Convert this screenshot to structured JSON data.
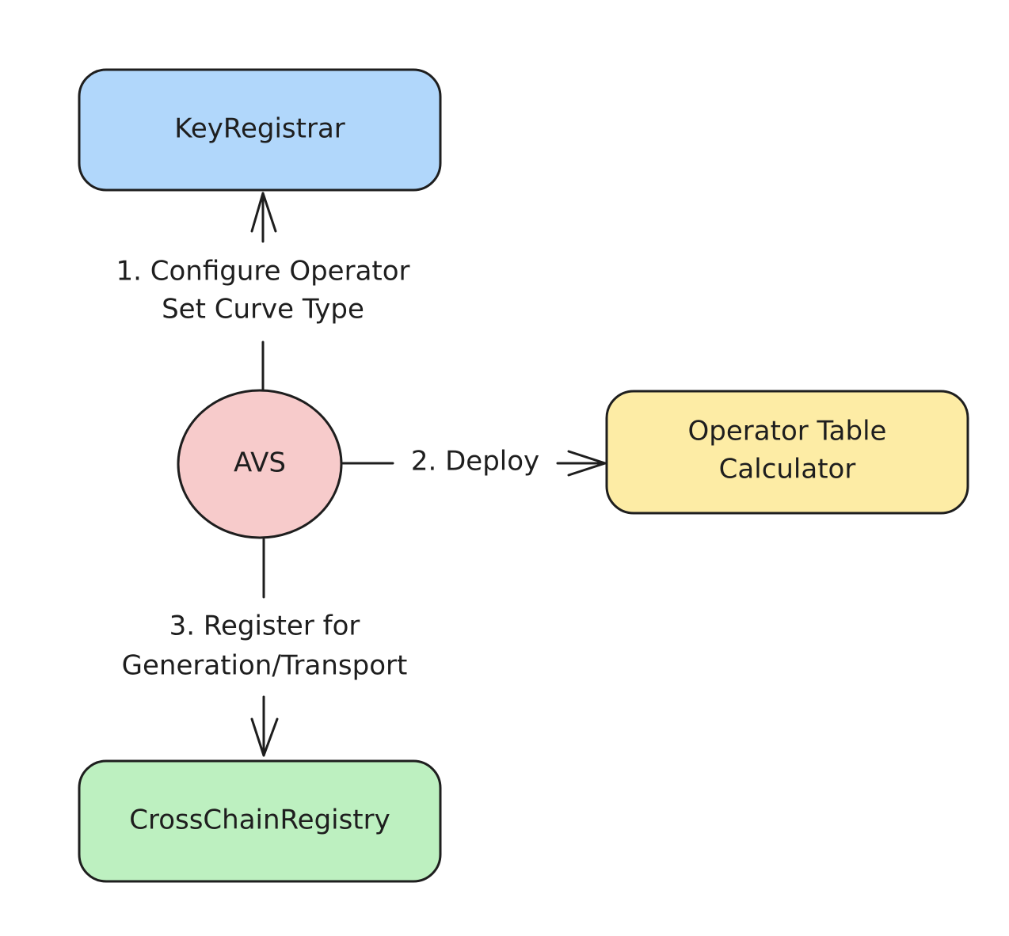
{
  "nodes": {
    "key_registrar": {
      "label": "KeyRegistrar",
      "color": "#b1d7fb"
    },
    "avs": {
      "label": "AVS",
      "color": "#f7cbcb"
    },
    "operator_table_calculator": {
      "label_lines": [
        "Operator Table",
        "Calculator"
      ],
      "color": "#fdeca5"
    },
    "cross_chain_registry": {
      "label": "CrossChainRegistry",
      "color": "#bdf0c0"
    }
  },
  "edges": {
    "configure": {
      "label_lines": [
        "1. Configure Operator",
        "Set Curve Type"
      ]
    },
    "deploy": {
      "label": "2. Deploy"
    },
    "register": {
      "label_lines": [
        "3. Register for",
        "Generation/Transport"
      ]
    }
  },
  "colors": {
    "stroke": "#1e1e1e",
    "background": "#ffffff"
  }
}
